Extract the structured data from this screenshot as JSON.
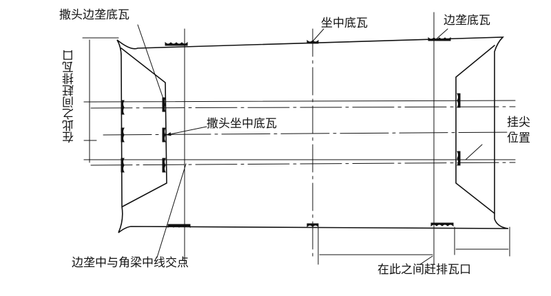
{
  "labels": {
    "hip_edge_tile": "撒头边垄底瓦",
    "center_tile": "坐中底瓦",
    "edge_ridge_tile": "边垄底瓦",
    "hip_center_tile": "撒头坐中底瓦",
    "hanging_tip_line1": "挂尖",
    "hanging_tip_line2": "位置",
    "ridge_intersection": "边垄中与角梁中线交点",
    "fill_between_left": "在此之间赶排瓦口",
    "fill_between_bottom": "在此之间赶排瓦口"
  },
  "colors": {
    "line": "#111111",
    "background": "#ffffff"
  }
}
